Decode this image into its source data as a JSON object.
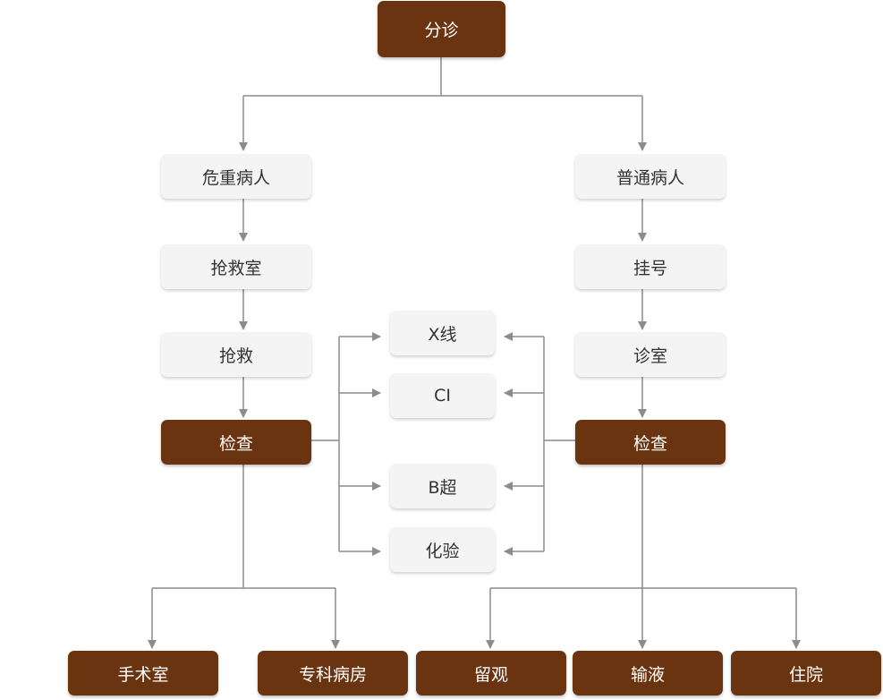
{
  "colors": {
    "dark_node": "#6b3410",
    "light_node": "#f4f4f4",
    "connector": "#8c8c8c"
  },
  "nodes": {
    "triage": "分诊",
    "critical_patient": "危重病人",
    "regular_patient": "普通病人",
    "emergency_room": "抢救室",
    "registration": "挂号",
    "rescue": "抢救",
    "clinic": "诊室",
    "exam_left": "检查",
    "exam_right": "检查",
    "xray": "X线",
    "ct": "CI",
    "ultrasound": "B超",
    "lab_test": "化验",
    "operating_room": "手术室",
    "specialist_ward": "专科病房",
    "observation": "留观",
    "infusion": "输液",
    "hospitalization": "住院"
  }
}
